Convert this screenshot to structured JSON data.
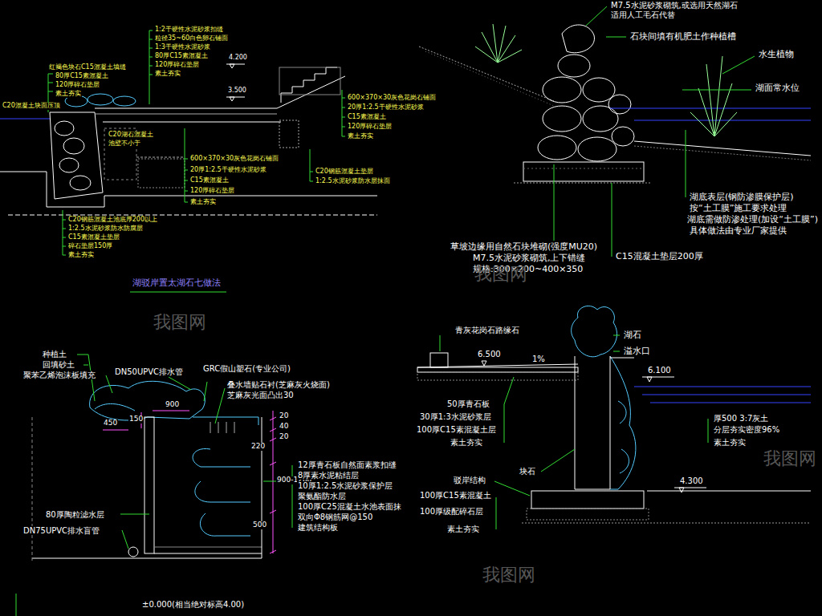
{
  "diagram": {
    "caption": "湖驳岸置太湖石七做法",
    "labels": [
      "1:2干硬性水泥砂浆扣缝",
      "粒径35~60白色卵石铺面",
      "1:3干硬性水泥砂浆",
      "80厚C15素混凝土",
      "120厚碎石垫层",
      "素土夯实",
      "红褐色块石C15混凝土填缝",
      "80厚C15素混凝土",
      "120厚碎石垫层",
      "素土夯实",
      "C20混凝土块面压顶",
      "4.200",
      "3.500",
      "600×370×30灰色花岗石铺面",
      "20厚1:2.5干硬性水泥砂浆",
      "C15素混凝土",
      "120厚碎石垫层",
      "素土夯实",
      "C20湖石混凝土",
      "池壁不小于",
      "600×370×30灰色花岗石铺面",
      "20厚1:2.5干硬性水泥砂浆",
      "C15素混凝土",
      "120厚碎石垫层",
      "素土夯实",
      "C20钢筋混凝土垫层",
      "1:2.5水泥砂浆防水层抹面",
      "C20钢筋混凝土池底厚200以上",
      "1:2.5水泥砂浆防水防腐层",
      "C15素混凝土垫层",
      "碎石垫层150厚",
      "素土夯实",
      "M7.5水泥砂浆砌筑,或选用天然湖石",
      "适用人工毛石代替",
      "石块间填有机肥土作种植槽",
      "水生植物",
      "湖面常水位",
      "湖底表层(钢防渗膜保护层)",
      "按“土工膜”施工要求处理",
      "湖底需做防渗处理(加设“土工膜”)",
      "具体做法由专业厂家提供",
      "草坡边缘用自然石块堆砌(强度MU20)",
      "M7.5水泥砂浆砌筑,上下错缝",
      "规格:300×200~400×350",
      "C15混凝土垫层200厚",
      "种植土",
      "回填砂土",
      "聚苯乙烯泡沫板填充",
      "DN50UPVC排水管",
      "GRC假山塑石(专业公司)",
      "叠水墙贴石衬(芝麻灰火烧面)",
      "芝麻灰光面凸出30",
      "900",
      "450",
      "150",
      "20",
      "40",
      "20",
      "220",
      "900-1200",
      "500",
      "12厚青石板自然面素浆扣缝",
      "8厚素水泥粘结层",
      "10厚1:2.5水泥砂浆保护层",
      "聚氨酯防水层",
      "100厚C25混凝土水池表面抹",
      "双向Φ8钢筋网@150",
      "建筑结构板",
      "80厚陶粒滤水层",
      "DN75UPVC排水盲管",
      "±0.000(相当绝对标高4.00)",
      "青灰花岗石路缘石",
      "6.500",
      "1%",
      "湖石",
      "溢水口",
      "6.100",
      "50厚青石板",
      "30厚1:3水泥砂浆层",
      "100厚C15素混凝土层",
      "素土夯实",
      "块石",
      "厚500 3:7灰土",
      "分层夯实密度96%",
      "素土夯实",
      "4.300",
      "驳岸结构",
      "100厚C15素混凝土",
      "100厚级配碎石层",
      "素土夯实",
      "我图网",
      "我图网",
      "我图网",
      "我图网"
    ]
  }
}
